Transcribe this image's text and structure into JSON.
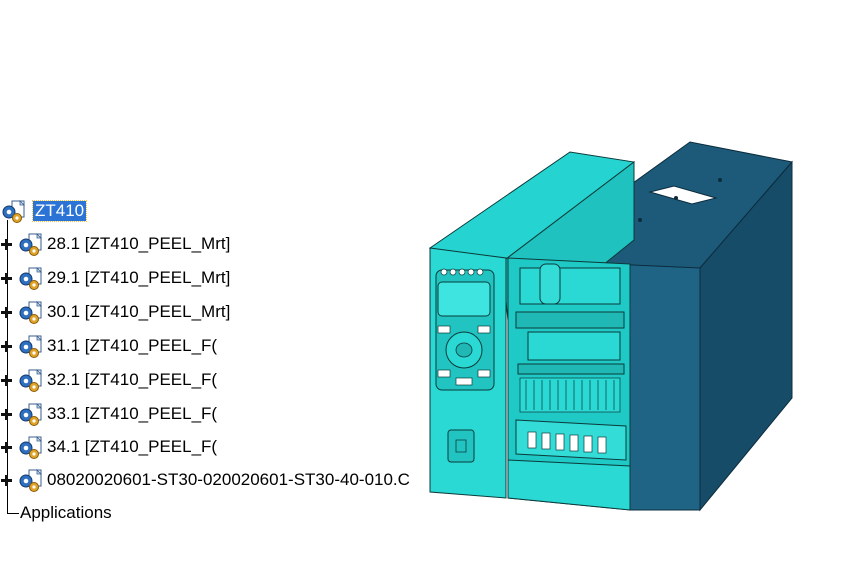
{
  "tree": {
    "root": {
      "label": "ZT410"
    },
    "items": [
      {
        "label": "28.1 [ZT410_PEEL_Mrt]"
      },
      {
        "label": "29.1 [ZT410_PEEL_Mrt]"
      },
      {
        "label": "30.1 [ZT410_PEEL_Mrt]"
      },
      {
        "label": "31.1 [ZT410_PEEL_F("
      },
      {
        "label": "32.1 [ZT410_PEEL_F("
      },
      {
        "label": "33.1 [ZT410_PEEL_F("
      },
      {
        "label": "34.1 [ZT410_PEEL_F("
      },
      {
        "label": "08020020601-ST30-020020601-ST30-40-010.C"
      }
    ],
    "applications_label": "Applications"
  },
  "icons": {
    "product": "product-gear-icon",
    "expander": "expand-plus-icon"
  },
  "colors": {
    "selection": "#2b74d6",
    "model_teal": "#21d3cf",
    "model_blue": "#1d5a7a"
  }
}
